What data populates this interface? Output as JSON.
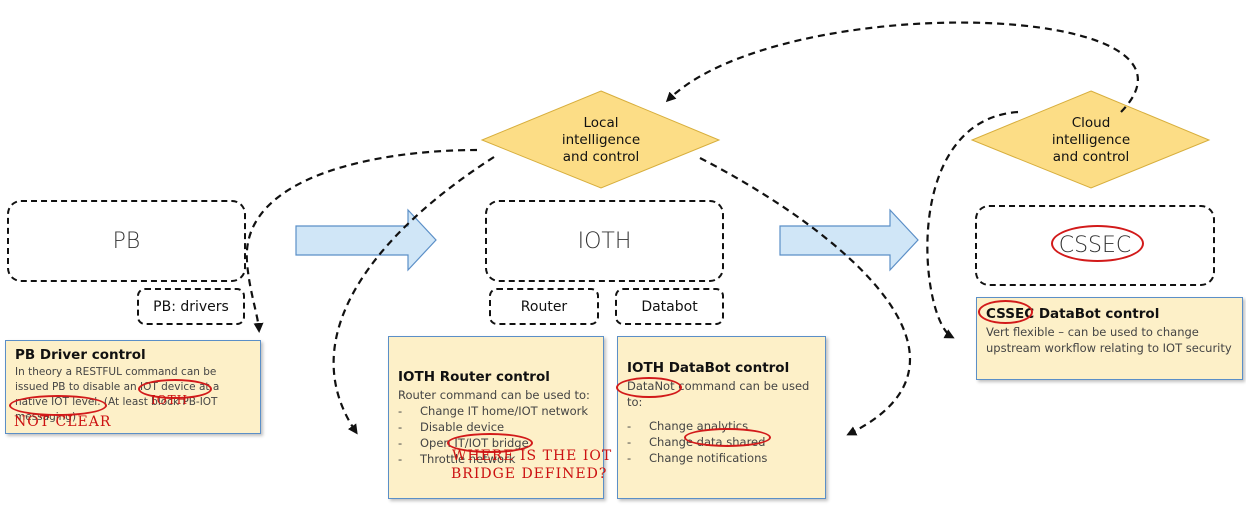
{
  "nodes": {
    "pb": "PB",
    "ioth": "IOTH",
    "cssec": "CSSEC",
    "pb_drivers": "PB: drivers",
    "router": "Router",
    "databot": "Databot"
  },
  "decisions": {
    "local": "Local\nintelligence\nand control",
    "cloud": "Cloud\nintelligence\nand control"
  },
  "notes": {
    "pb_driver": {
      "title": "PB Driver control",
      "body": "In theory a RESTFUL command can be issued PB to disable an IOT device at a native IOT level. (At least block PB-IOT messaging)"
    },
    "ioth_router": {
      "title": "IOTH Router control",
      "intro": "Router command can be used to:",
      "items": [
        "Change IT home/IOT network",
        "Disable device",
        "Open IT/IOT bridge",
        "Throttle network"
      ]
    },
    "ioth_databot": {
      "title": "IOTH DataBot control",
      "intro": "DataNot command can be used to:",
      "items": [
        "Change analytics",
        "Change data shared",
        "Change notifications"
      ]
    },
    "cssec_databot": {
      "title": "CSSEC DataBot control",
      "body": "Vert flexible – can be used to change upstream workflow relating to IOT security"
    }
  },
  "annotations": {
    "ioth_scribble": "IOTH",
    "unclear": "NOT CLEAR",
    "bridge_question_1": "WHERE IS THE IOT",
    "bridge_question_2": "BRIDGE DEFINED?"
  },
  "colors": {
    "diamond_fill": "#fcdd86",
    "arrow_fill": "#d0e6f7",
    "arrow_stroke": "#5b8fc7",
    "note_fill": "#fdf0c8",
    "annotation_red": "#d21a1a"
  }
}
